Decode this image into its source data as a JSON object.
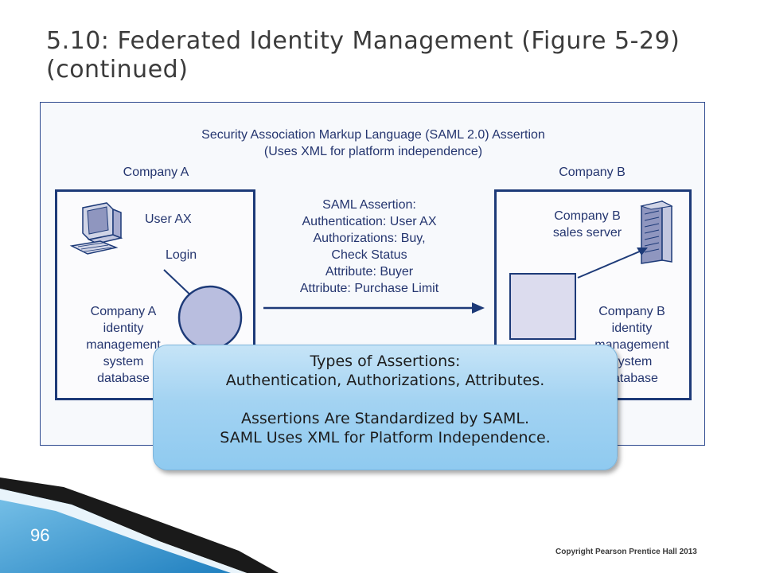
{
  "slide": {
    "title_line1": "5.10: Federated Identity Management (Figure 5-29)",
    "title_line2": "(continued)",
    "number": "96",
    "copyright": "Copyright Pearson Prentice Hall 2013"
  },
  "diagram": {
    "header_line1": "Security Association Markup Language (SAML 2.0) Assertion",
    "header_line2": "(Uses XML for platform independence)",
    "company_a": {
      "label": "Company A",
      "user": "User AX",
      "login": "Login",
      "system_lines": [
        "Company A",
        "identity",
        "management",
        "system",
        "database"
      ]
    },
    "company_b": {
      "label": "Company B",
      "server_lines": [
        "Company B",
        "sales server"
      ],
      "system_lines": [
        "Company B",
        "identity",
        "management",
        "system",
        "database"
      ]
    },
    "assertion_lines": [
      "SAML Assertion:",
      "Authentication: User AX",
      "Authorizations: Buy,",
      "Check Status",
      "Attribute: Buyer",
      "Attribute: Purchase Limit"
    ]
  },
  "callout": {
    "line1": "Types of Assertions:",
    "line2": "Authentication, Authorizations, Attributes.",
    "line3": "Assertions Are Standardized by SAML.",
    "line4": "SAML Uses XML for Platform Independence."
  },
  "colors": {
    "frame": "#1d3a78",
    "circle_fill": "#b9bedf",
    "square_fill": "#dcdcee",
    "callout_fill": "#a3d3f2",
    "accent_blue": "#2f8ac4"
  }
}
